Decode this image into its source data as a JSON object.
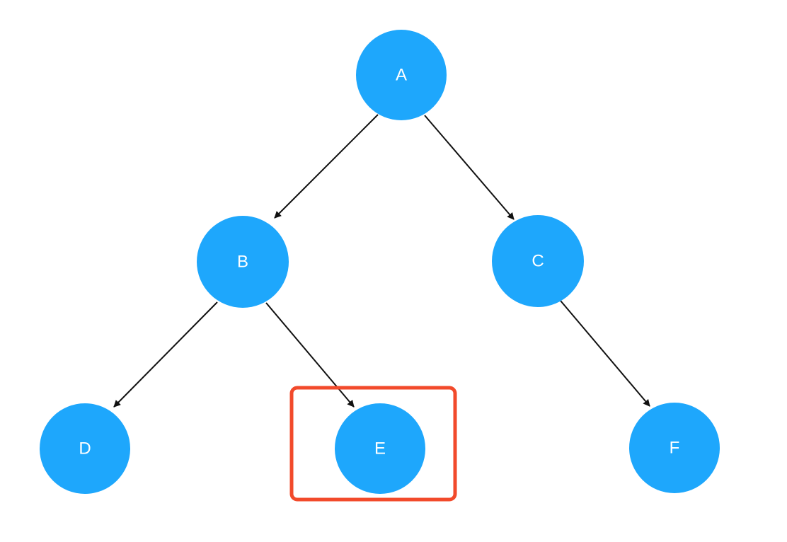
{
  "diagram": {
    "type": "binary-tree",
    "colors": {
      "background": "#ffffff",
      "node_fill": "#1EA7FC",
      "node_text": "#ffffff",
      "edge": "#111111",
      "highlight": "#F24A2B"
    },
    "nodes": [
      {
        "id": "A",
        "label": "A"
      },
      {
        "id": "B",
        "label": "B"
      },
      {
        "id": "C",
        "label": "C"
      },
      {
        "id": "D",
        "label": "D"
      },
      {
        "id": "E",
        "label": "E"
      },
      {
        "id": "F",
        "label": "F"
      }
    ],
    "edges": [
      {
        "from": "A",
        "to": "B"
      },
      {
        "from": "A",
        "to": "C"
      },
      {
        "from": "B",
        "to": "D"
      },
      {
        "from": "B",
        "to": "E"
      },
      {
        "from": "C",
        "to": "F"
      }
    ],
    "highlighted_node": "E"
  }
}
